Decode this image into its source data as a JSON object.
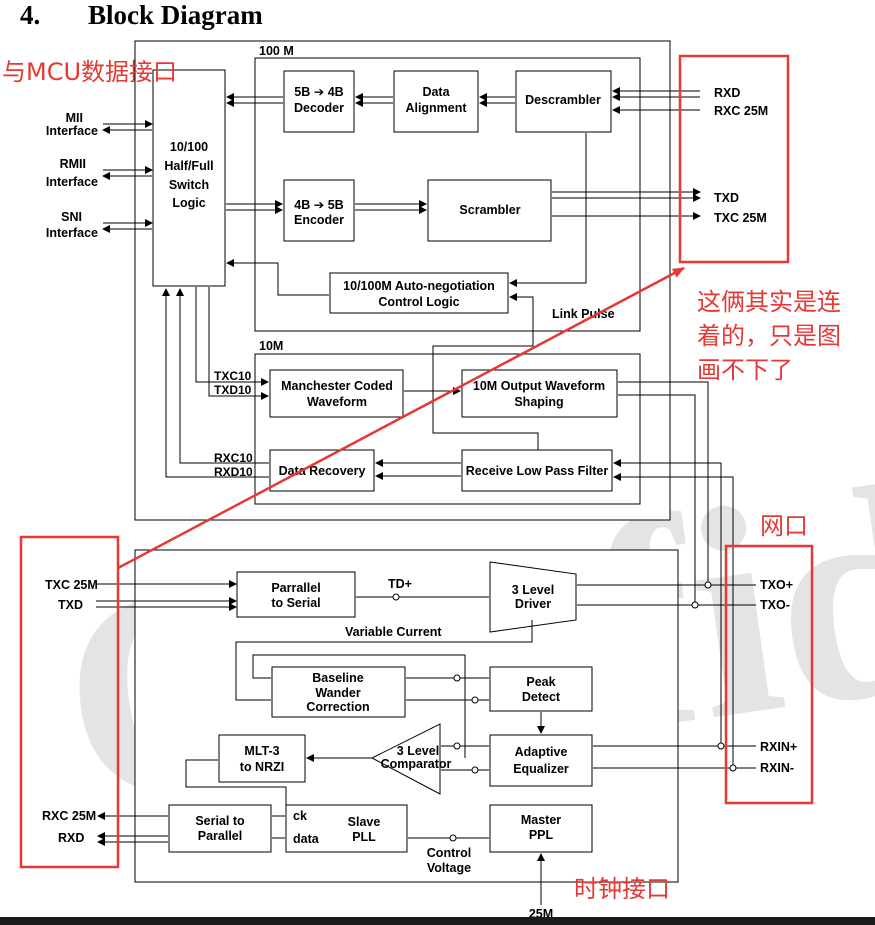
{
  "watermark": "Confidential",
  "section": {
    "number": "4.",
    "title": "Block Diagram"
  },
  "annotations": {
    "mcu": "与MCU数据接口",
    "connected_line1": "这俩其实是连",
    "connected_line2": "着的，只是图",
    "connected_line3": "画不下了",
    "port": "网口",
    "clock": "时钟接口"
  },
  "regions": {
    "m100": "100 M",
    "m10": "10M"
  },
  "blocks": {
    "switch": [
      "10/100",
      "Half/Full",
      "Switch",
      "Logic"
    ],
    "decoder": [
      "5B ➔ 4B",
      "Decoder"
    ],
    "align": [
      "Data",
      "Alignment"
    ],
    "descrambler": [
      "Descrambler"
    ],
    "encoder": [
      "4B ➔ 5B",
      "Encoder"
    ],
    "scrambler": [
      "Scrambler"
    ],
    "autoneg": [
      "10/100M Auto-negotiation",
      "Control Logic"
    ],
    "manchester": [
      "Manchester Coded",
      "Waveform"
    ],
    "waveshape": [
      "10M Output Waveform",
      "Shaping"
    ],
    "datarec": [
      "Data Recovery"
    ],
    "lpf": [
      "Receive Low Pass Filter"
    ],
    "p2s": [
      "Parrallel",
      "to Serial"
    ],
    "driver": [
      "3 Level",
      "Driver"
    ],
    "baseline": [
      "Baseline",
      "Wander",
      "Correction"
    ],
    "peak": [
      "Peak",
      "Detect"
    ],
    "mlt3": [
      "MLT-3",
      "to NRZI"
    ],
    "comparator": [
      "3 Level",
      "Comparator"
    ],
    "equalizer": [
      "Adaptive",
      "Equalizer"
    ],
    "s2p": [
      "Serial to",
      "Parallel"
    ],
    "slave_ck": "ck",
    "slave_data": "data",
    "slave": [
      "Slave",
      "PLL"
    ],
    "master": [
      "Master",
      "PPL"
    ]
  },
  "signals": {
    "mii": [
      "MII",
      "Interface"
    ],
    "rmii": [
      "RMII",
      "Interface"
    ],
    "sni": [
      "SNI",
      "Interface"
    ],
    "rxd_top": "RXD",
    "rxc25_top": "RXC 25M",
    "txd_top": "TXD",
    "txc25_top": "TXC 25M",
    "link_pulse": "Link Pulse",
    "txc10": "TXC10",
    "txd10": "TXD10",
    "rxc10": "RXC10",
    "rxd10": "RXD10",
    "txc25_bot": "TXC 25M",
    "txd_bot": "TXD",
    "td_plus": "TD+",
    "variable_current": "Variable  Current",
    "txo_p": "TXO+",
    "txo_n": "TXO-",
    "rxin_p": "RXIN+",
    "rxin_n": "RXIN-",
    "rxc25_bot": "RXC 25M",
    "rxd_bot": "RXD",
    "control_voltage": [
      "Control",
      "Voltage"
    ],
    "clk25": "25M"
  },
  "colors": {
    "annotation": "#e53935",
    "line": "#000000",
    "watermark": "#cfcfcf"
  }
}
